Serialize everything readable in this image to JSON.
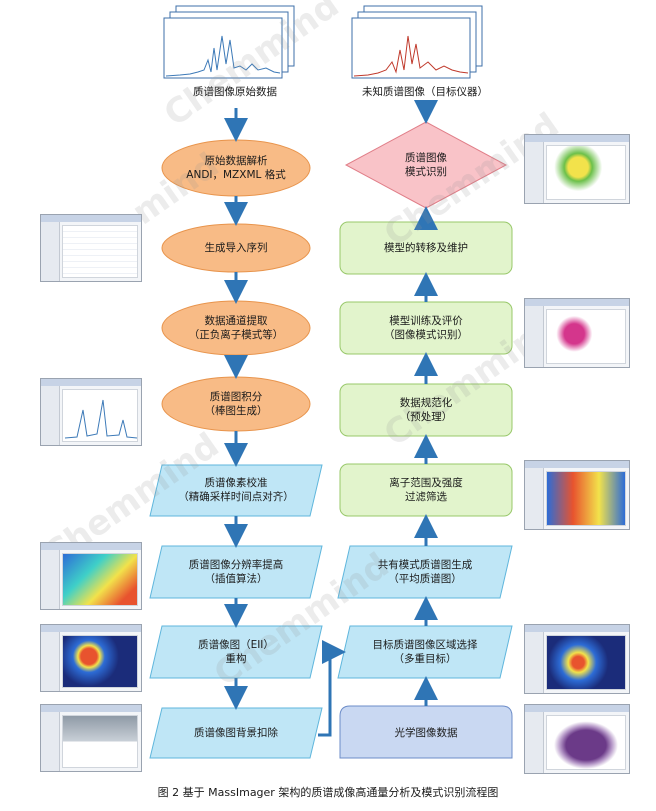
{
  "spectra": {
    "left_label": "质谱图像原始数据",
    "right_label": "未知质谱图像（目标仪器）"
  },
  "left_column": [
    {
      "id": "parse",
      "lines": [
        "原始数据解析",
        "ANDI，MZXML 格式"
      ]
    },
    {
      "id": "import",
      "lines": [
        "生成导入序列"
      ]
    },
    {
      "id": "extract",
      "lines": [
        "数据通道提取",
        "（正负离子模式等）"
      ]
    },
    {
      "id": "integrate",
      "lines": [
        "质谱图积分",
        "（棒图生成）"
      ]
    },
    {
      "id": "calibrate",
      "lines": [
        "质谱像素校准",
        "（精确采样时间点对齐）"
      ]
    },
    {
      "id": "resolution",
      "lines": [
        "质谱图像分辨率提高",
        "（插值算法）"
      ]
    },
    {
      "id": "reconstruct",
      "lines": [
        "质谱像图（EII）",
        "重构"
      ]
    },
    {
      "id": "background",
      "lines": [
        "质谱像图背景扣除"
      ]
    }
  ],
  "right_column": [
    {
      "id": "recognize",
      "lines": [
        "质谱图像",
        "模式识别"
      ]
    },
    {
      "id": "transfer",
      "lines": [
        "模型的转移及维护"
      ]
    },
    {
      "id": "train",
      "lines": [
        "模型训练及评价",
        "（图像模式识别）"
      ]
    },
    {
      "id": "normalize",
      "lines": [
        "数据规范化",
        "（预处理）"
      ]
    },
    {
      "id": "filter",
      "lines": [
        "离子范围及强度",
        "过滤筛选"
      ]
    },
    {
      "id": "common",
      "lines": [
        "共有模式质谱图生成",
        "（平均质谱图）"
      ]
    },
    {
      "id": "region",
      "lines": [
        "目标质谱图像区域选择",
        "（多重目标）"
      ]
    },
    {
      "id": "optical",
      "lines": [
        "光学图像数据"
      ]
    }
  ],
  "watermark": "Chemmind",
  "caption": "图 2 基于 MassImager 架构的质谱成像高通量分析及模式识别流程图",
  "colors": {
    "oval_fill": "#f8bb86",
    "oval_stroke": "#e8944c",
    "para_fill": "#bfe6f6",
    "para_stroke": "#5fb6dc",
    "round_fill": "#e2f4cc",
    "round_stroke": "#98c86a",
    "diamond_fill": "#f9c3c8",
    "diamond_stroke": "#e07e88",
    "optical_fill": "#c9d8f2",
    "optical_stroke": "#6c8cc8",
    "arrow": "#2f75b5"
  },
  "icons": [
    "left-spectrum-stack-icon",
    "right-spectrum-stack-icon",
    "software-screenshot-icon"
  ]
}
